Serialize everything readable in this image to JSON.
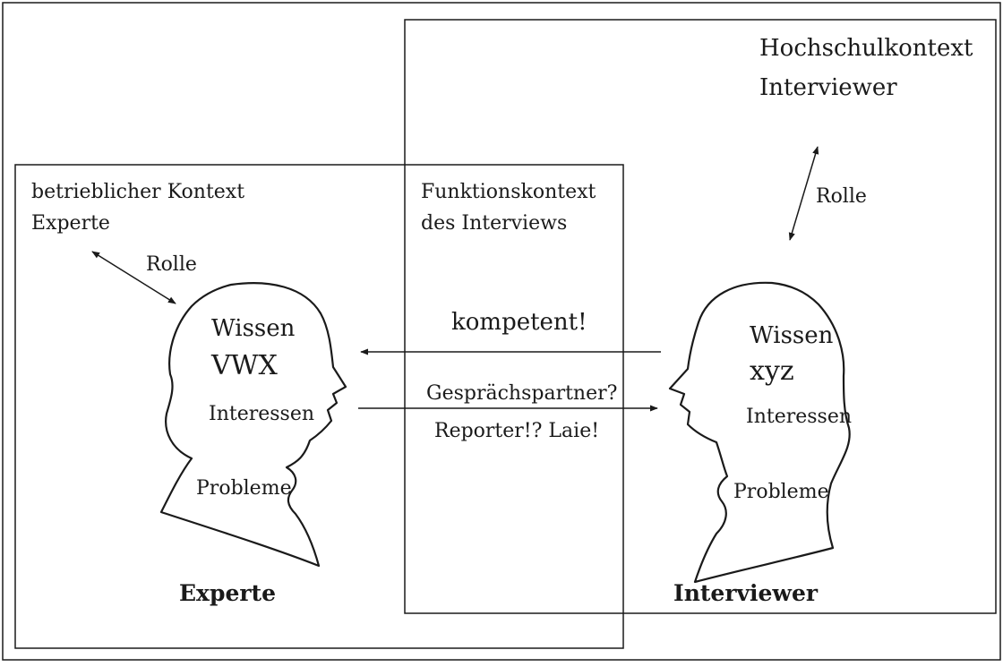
{
  "hochschul": {
    "line1": "Hochschulkontext",
    "line2": "Interviewer"
  },
  "betrieb": {
    "line1": "betrieblicher Kontext",
    "line2": "Experte"
  },
  "funktion": {
    "line1": "Funktionskontext",
    "line2": "des Interviews"
  },
  "rolle_left": "Rolle",
  "rolle_right": "Rolle",
  "arrows": {
    "top_label": "kompetent!",
    "bottom_label_1": "Gesprächspartner?",
    "bottom_label_2": "Reporter!? Laie!"
  },
  "expert": {
    "wissen": "Wissen",
    "code": "VWX",
    "interessen": "Interessen",
    "probleme": "Probleme",
    "name": "Experte"
  },
  "interviewer": {
    "wissen": "Wissen",
    "code": "xyz",
    "interessen": "Interessen",
    "probleme": "Probleme",
    "name": "Interviewer"
  },
  "colors": {
    "line": "#1a1a1a",
    "background": "#ffffff"
  }
}
